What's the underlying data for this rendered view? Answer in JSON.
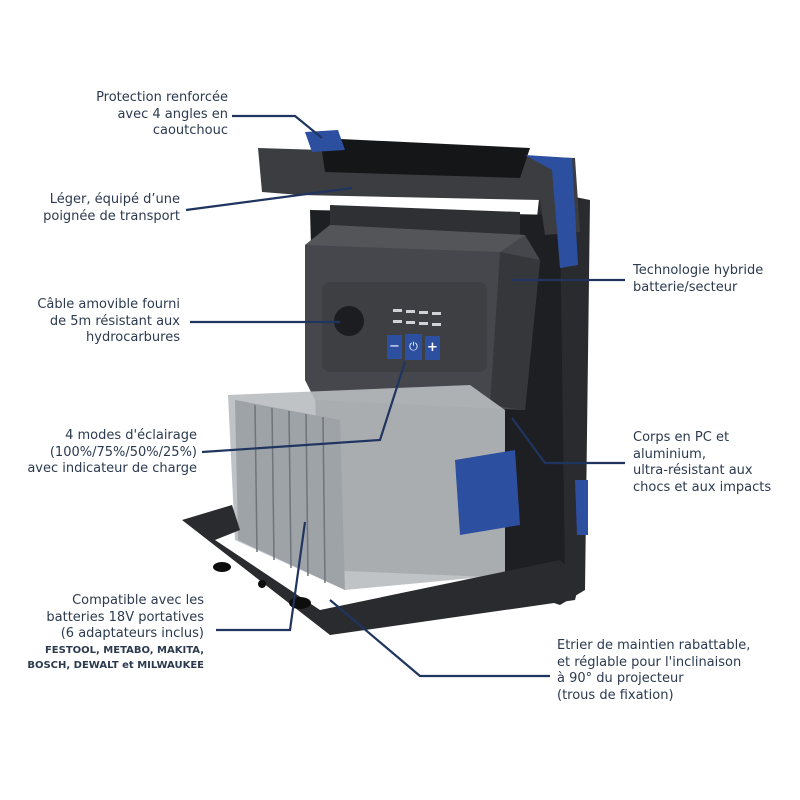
{
  "annotations": {
    "protection": [
      "Protection renforcée",
      "avec 4 angles en",
      "caoutchouc"
    ],
    "leger": [
      "Léger, équipé d’une",
      "poignée de transport"
    ],
    "cable": [
      "Câble amovible fourni",
      "de 5m résistant aux",
      "hydrocarbures"
    ],
    "modes": [
      "4 modes d'éclairage",
      "(100%/75%/50%/25%)",
      "avec indicateur de charge"
    ],
    "compatible": [
      "Compatible avec les",
      "batteries 18V portatives",
      "(6 adaptateurs inclus)"
    ],
    "brands": [
      "FESTOOL, METABO, MAKITA,",
      "BOSCH, DEWALT et MILWAUKEE"
    ],
    "technologie": [
      "Technologie hybride",
      "batterie/secteur"
    ],
    "corps": [
      "Corps en PC et",
      "aluminium,",
      "ultra-résistant aux",
      "chocs et aux impacts"
    ],
    "etrier": [
      "Etrier de maintien rabattable,",
      "et réglable pour l'inclinaison",
      "à 90° du projecteur",
      "(trous de fixation)"
    ]
  },
  "control_panel": {
    "minus": "−",
    "plus": "+"
  },
  "colors": {
    "text": "#2c3a4f",
    "leader": "#1f3560",
    "accent": "#2c4fa0",
    "body": "#3a3c40",
    "frame": "#2a2b2e"
  }
}
